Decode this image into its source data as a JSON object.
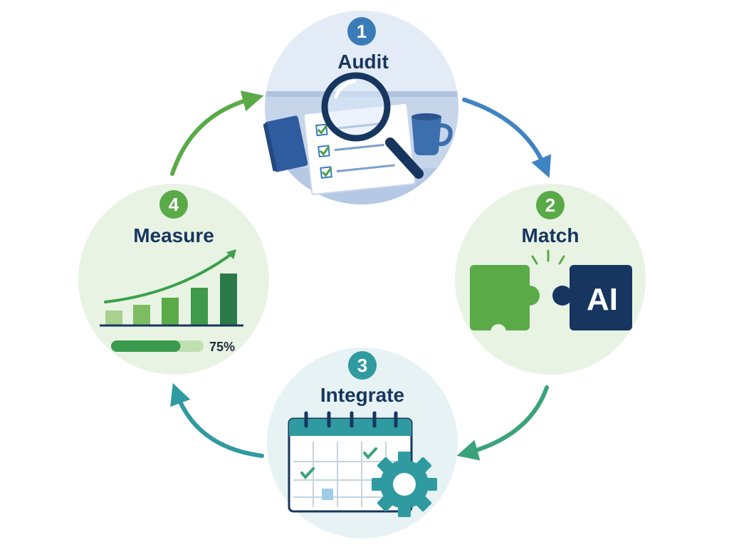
{
  "steps": [
    {
      "number": "1",
      "title": "Audit",
      "badge_color": "#3a7cb8",
      "circle_color": "#e3ebf6"
    },
    {
      "number": "2",
      "title": "Match",
      "badge_color": "#5aaa48",
      "circle_color": "#e8f3e4"
    },
    {
      "number": "3",
      "title": "Integrate",
      "badge_color": "#2f9aa0",
      "circle_color": "#e6f2f3"
    },
    {
      "number": "4",
      "title": "Measure",
      "badge_color": "#5aaa48",
      "circle_color": "#e8f3e4"
    }
  ],
  "match": {
    "ai_label": "AI"
  },
  "measure": {
    "progress_label": "75%",
    "progress_value": 75
  },
  "colors": {
    "navy": "#17365f",
    "arrow_blue": "#3f84c2",
    "arrow_green": "#5aaa48",
    "arrow_teal": "#2f9aa0"
  }
}
